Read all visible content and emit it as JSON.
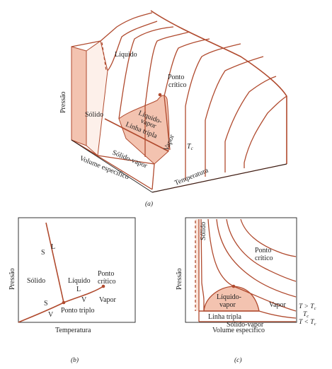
{
  "surface3d": {
    "axis_pressure": "Pressão",
    "axis_volume": "Volume específico",
    "axis_temperature": "Temperatura",
    "region_liquid": "Líquido",
    "region_solid": "Sólido",
    "region_liquid_vapor_1": "Líquido-",
    "region_liquid_vapor_2": "vapor",
    "triple_line": "Linha tripla",
    "region_solid_vapor": "Sólido-vapor",
    "region_vapor": "Vapor",
    "critical_point_1": "Ponto",
    "critical_point_2": "crítico",
    "tc_label": "T",
    "tc_sub": "c",
    "caption": "(a)"
  },
  "pt_diagram": {
    "axis_pressure": "Pressão",
    "axis_temperature": "Temperatura",
    "region_solid": "Sólido",
    "region_liquid": "Líquido",
    "region_vapor": "Vapor",
    "critical_point_1": "Ponto",
    "critical_point_2": "crítico",
    "triple_point": "Ponto triplo",
    "label_s_top": "S",
    "label_l_top": "L",
    "label_l_mid": "L",
    "label_v_mid": "V",
    "label_s_low": "S",
    "label_v_low": "V",
    "caption": "(b)"
  },
  "pv_diagram": {
    "axis_pressure": "Pressão",
    "axis_volume": "Volume específico",
    "region_solid": "Sólido",
    "region_liquid_vapor_1": "Líquido-",
    "region_liquid_vapor_2": "vapor",
    "triple_line": "Linha tripla",
    "region_solid_vapor": "Sólido-vapor",
    "region_vapor": "Vapor",
    "critical_point_1": "Ponto",
    "critical_point_2": "crítico",
    "t_gt_tc": "T > T",
    "t_eq_tc": "T",
    "t_lt_tc": "T < T",
    "sub_c": "c",
    "caption": "(c)"
  },
  "colors": {
    "line": "#b04a2e",
    "fill": "#f3c3b0",
    "fill_light": "#fbe3d8",
    "text": "#1e1e1e"
  }
}
